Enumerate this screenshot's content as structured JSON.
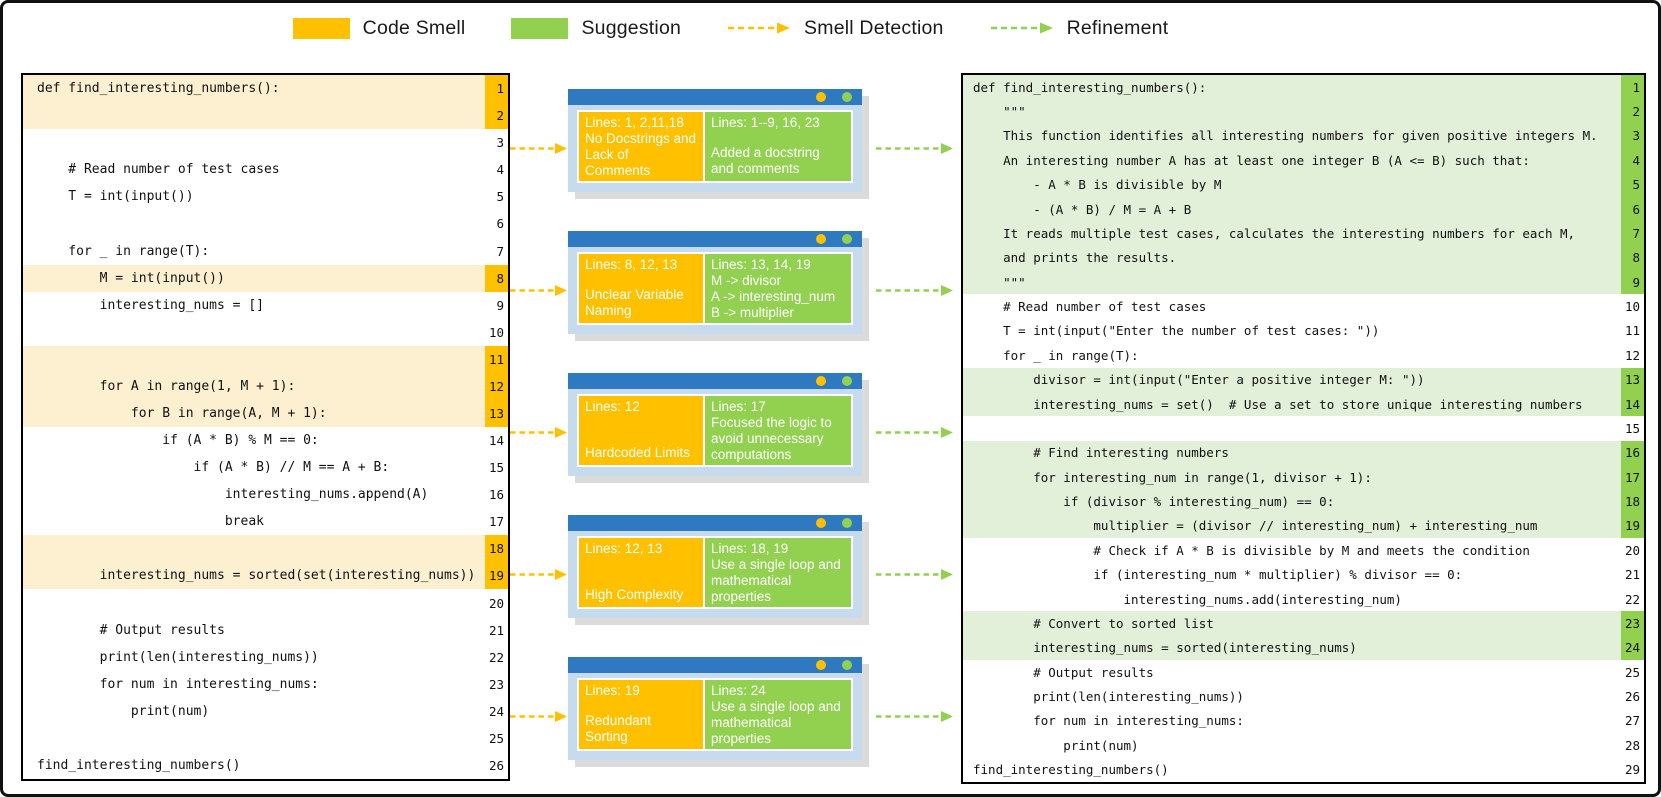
{
  "legend": {
    "code_smell": "Code Smell",
    "suggestion": "Suggestion",
    "smell_detection": "Smell Detection",
    "refinement": "Refinement"
  },
  "colors": {
    "smell_accent": "#FFC000",
    "suggestion_accent": "#92D050",
    "smell_row_bg": "#FDF0D0",
    "suggestion_row_bg": "#E2EFD9",
    "card_titlebar": "#2E79C0",
    "card_body": "#C7DBEF"
  },
  "original_code": {
    "lines": [
      {
        "n": 1,
        "text": "def find_interesting_numbers():",
        "hl": true
      },
      {
        "n": 2,
        "text": "",
        "hl": true
      },
      {
        "n": 3,
        "text": ""
      },
      {
        "n": 4,
        "text": "    # Read number of test cases"
      },
      {
        "n": 5,
        "text": "    T = int(input())"
      },
      {
        "n": 6,
        "text": ""
      },
      {
        "n": 7,
        "text": "    for _ in range(T):"
      },
      {
        "n": 8,
        "text": "        M = int(input())",
        "hl": true
      },
      {
        "n": 9,
        "text": "        interesting_nums = []"
      },
      {
        "n": 10,
        "text": ""
      },
      {
        "n": 11,
        "text": "",
        "hl": true
      },
      {
        "n": 12,
        "text": "        for A in range(1, M + 1):",
        "hl": true
      },
      {
        "n": 13,
        "text": "            for B in range(A, M + 1):",
        "hl": true
      },
      {
        "n": 14,
        "text": "                if (A * B) % M == 0:"
      },
      {
        "n": 15,
        "text": "                    if (A * B) // M == A + B:"
      },
      {
        "n": 16,
        "text": "                        interesting_nums.append(A)"
      },
      {
        "n": 17,
        "text": "                        break"
      },
      {
        "n": 18,
        "text": "",
        "hl": true
      },
      {
        "n": 19,
        "text": "        interesting_nums = sorted(set(interesting_nums))",
        "hl": true
      },
      {
        "n": 20,
        "text": ""
      },
      {
        "n": 21,
        "text": "        # Output results"
      },
      {
        "n": 22,
        "text": "        print(len(interesting_nums))"
      },
      {
        "n": 23,
        "text": "        for num in interesting_nums:"
      },
      {
        "n": 24,
        "text": "            print(num)"
      },
      {
        "n": 25,
        "text": ""
      },
      {
        "n": 26,
        "text": "find_interesting_numbers()"
      }
    ]
  },
  "refactored_code": {
    "lines": [
      {
        "n": 1,
        "text": "def find_interesting_numbers():",
        "hl": true
      },
      {
        "n": 2,
        "text": "    \"\"\"",
        "hl": true
      },
      {
        "n": 3,
        "text": "    This function identifies all interesting numbers for given positive integers M.",
        "hl": true
      },
      {
        "n": 4,
        "text": "    An interesting number A has at least one integer B (A <= B) such that:",
        "hl": true
      },
      {
        "n": 5,
        "text": "        - A * B is divisible by M",
        "hl": true
      },
      {
        "n": 6,
        "text": "        - (A * B) / M = A + B",
        "hl": true
      },
      {
        "n": 7,
        "text": "    It reads multiple test cases, calculates the interesting numbers for each M,",
        "hl": true
      },
      {
        "n": 8,
        "text": "    and prints the results.",
        "hl": true
      },
      {
        "n": 9,
        "text": "    \"\"\"",
        "hl": true
      },
      {
        "n": 10,
        "text": "    # Read number of test cases"
      },
      {
        "n": 11,
        "text": "    T = int(input(\"Enter the number of test cases: \"))"
      },
      {
        "n": 12,
        "text": "    for _ in range(T):"
      },
      {
        "n": 13,
        "text": "        divisor = int(input(\"Enter a positive integer M: \"))",
        "hl": true
      },
      {
        "n": 14,
        "text": "        interesting_nums = set()  # Use a set to store unique interesting numbers",
        "hl": true
      },
      {
        "n": 15,
        "text": ""
      },
      {
        "n": 16,
        "text": "        # Find interesting numbers",
        "hl": true
      },
      {
        "n": 17,
        "text": "        for interesting_num in range(1, divisor + 1):",
        "hl": true
      },
      {
        "n": 18,
        "text": "            if (divisor % interesting_num) == 0:",
        "hl": true
      },
      {
        "n": 19,
        "text": "                multiplier = (divisor // interesting_num) + interesting_num",
        "hl": true
      },
      {
        "n": 20,
        "text": "                # Check if A * B is divisible by M and meets the condition"
      },
      {
        "n": 21,
        "text": "                if (interesting_num * multiplier) % divisor == 0:"
      },
      {
        "n": 22,
        "text": "                    interesting_nums.add(interesting_num)"
      },
      {
        "n": 23,
        "text": "        # Convert to sorted list",
        "hl": true
      },
      {
        "n": 24,
        "text": "        interesting_nums = sorted(interesting_nums)",
        "hl": true
      },
      {
        "n": 25,
        "text": "        # Output results"
      },
      {
        "n": 26,
        "text": "        print(len(interesting_nums))"
      },
      {
        "n": 27,
        "text": "        for num in interesting_nums:"
      },
      {
        "n": 28,
        "text": "            print(num)"
      },
      {
        "n": 29,
        "text": "find_interesting_numbers()"
      }
    ]
  },
  "cards": [
    {
      "smell_lines": "Lines: 1, 2,11,18",
      "smell_text": "No Docstrings and Lack of Comments",
      "suggestion_lines": "Lines: 1--9, 16, 23",
      "suggestion_text": "Added a docstring and comments"
    },
    {
      "smell_lines": "Lines: 8, 12, 13",
      "smell_text": "Unclear Variable Naming",
      "suggestion_lines": "Lines: 13, 14, 19",
      "suggestion_text": "M -> divisor\nA -> interesting_num\nB -> multiplier"
    },
    {
      "smell_lines": "Lines: 12",
      "smell_text": "Hardcoded Limits",
      "suggestion_lines": "Lines: 17",
      "suggestion_text": "Focused the logic to avoid unnecessary computations"
    },
    {
      "smell_lines": "Lines: 12, 13",
      "smell_text": "High Complexity",
      "suggestion_lines": "Lines: 18, 19",
      "suggestion_text": "Use a single loop and mathematical properties"
    },
    {
      "smell_lines": "Lines: 19",
      "smell_text": "Redundant Sorting",
      "suggestion_lines": "Lines: 24",
      "suggestion_text": "Use a single loop and mathematical properties"
    }
  ]
}
